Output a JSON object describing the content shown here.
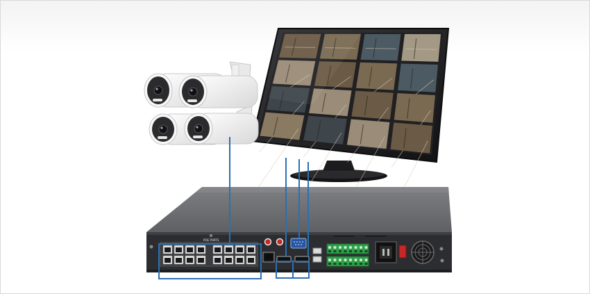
{
  "scene": {
    "description_alt": "",
    "colors": {
      "background": "#ffffff",
      "nvr_body": "#6f7174",
      "nvr_front": "#2c2d30",
      "monitor_frame": "#1a1a1c",
      "connector_line": "#2a6fb3",
      "camera_body": "#f4f4f4",
      "camera_face": "#2b2b2e",
      "terminal_green": "#2fa24a",
      "power_red": "#c62828"
    },
    "icons": [
      "bullet-camera-icon",
      "monitor-icon",
      "nvr-recorder-icon",
      "poe-port-icon",
      "hdmi-port-icon",
      "vga-port-icon",
      "fan-grille-icon",
      "power-socket-icon"
    ],
    "camera_count": 4,
    "poe_port_count": 16,
    "monitor_tile_count": 16
  }
}
